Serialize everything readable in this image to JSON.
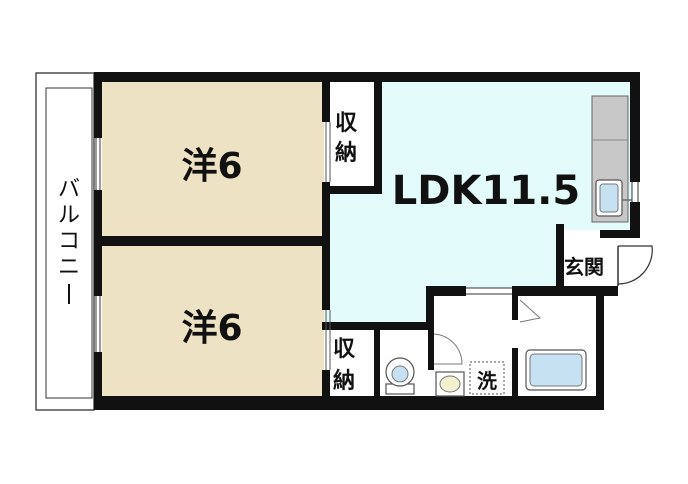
{
  "colors": {
    "western_room": "#eee2c4",
    "ldk": "#e3fbfb",
    "wall": "#111111",
    "kitchen_counter": "#c8c8c8",
    "fixture_fill": "#c6e2f2",
    "fixture_stroke": "#555555"
  },
  "rooms": {
    "western_top": {
      "label": "洋6"
    },
    "western_bottom": {
      "label": "洋6"
    },
    "ldk": {
      "label": "LDK11.5"
    },
    "storage_top": {
      "line1": "収",
      "line2": "納"
    },
    "storage_bottom": {
      "line1": "収",
      "line2": "納"
    },
    "entrance": {
      "label": "玄関"
    },
    "washroom": {
      "label": "洗"
    },
    "balcony": {
      "chars": [
        "バ",
        "ル",
        "コ",
        "ニ",
        "ー"
      ]
    }
  },
  "icons": {
    "toilet": "toilet-icon",
    "washbasin": "washbasin-icon",
    "bathtub": "bathtub-icon",
    "kitchen_sink": "kitchen-sink-icon",
    "entry_door": "door-swing-icon"
  }
}
